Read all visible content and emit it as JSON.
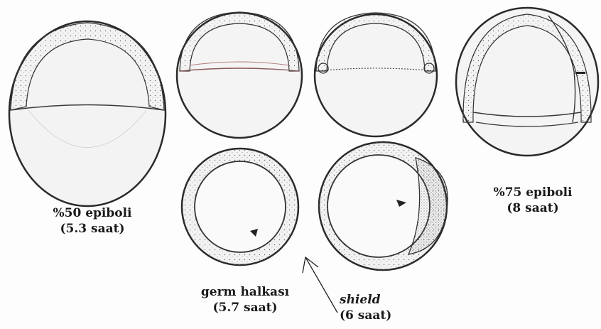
{
  "labels": {
    "epiboly50_title": "%50 epiboli",
    "epiboly50_time": "(5.3 saat)",
    "germ_ring_title": "germ halkası",
    "germ_ring_time": "(5.7 saat)",
    "shield_title": "shield",
    "shield_time": "(6 saat)",
    "epiboly75_title": "%75 epiboli",
    "epiboly75_time": "(8 saat)"
  },
  "colors": {
    "line": "#2a2a2a",
    "stipple": "#555555",
    "page": "#fdfdfd"
  }
}
